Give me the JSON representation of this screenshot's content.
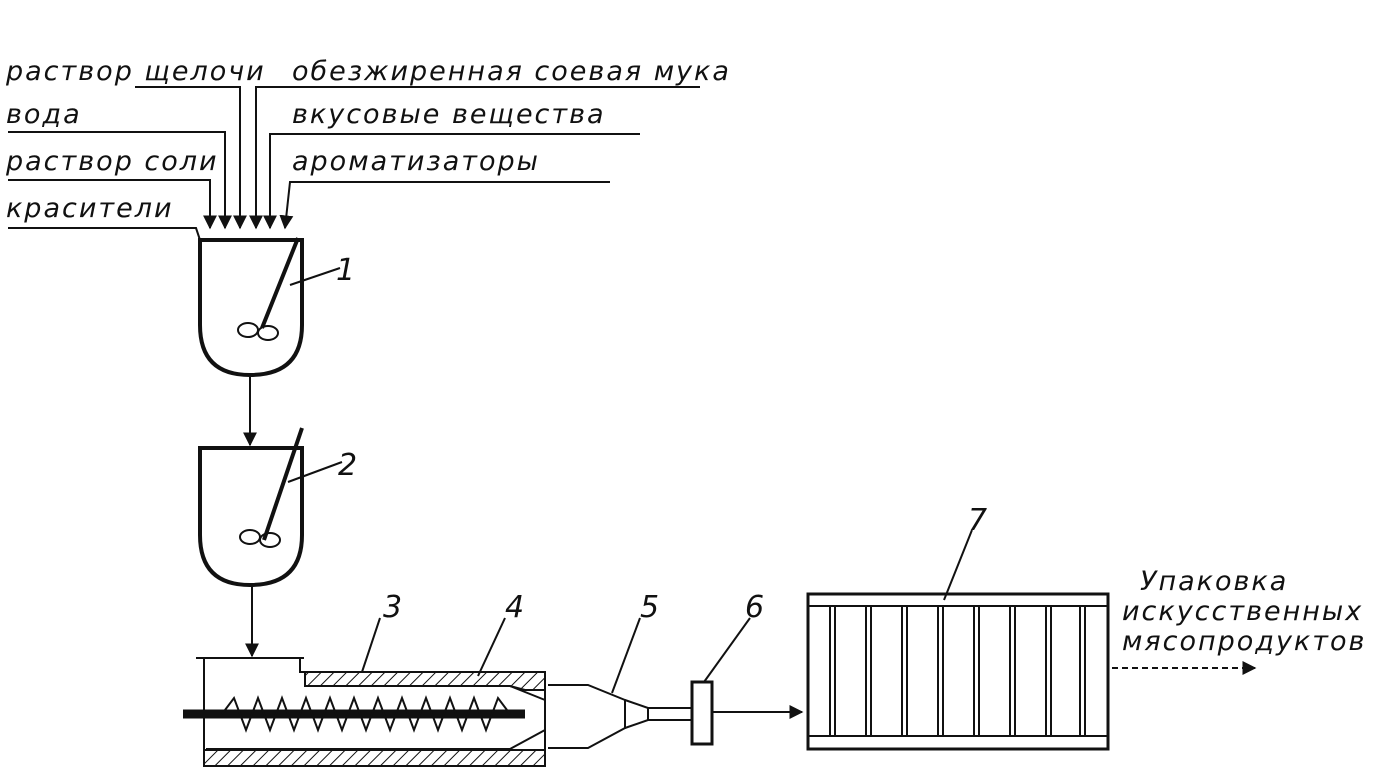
{
  "inputs": {
    "alkali_solution": "раствор щелочи",
    "water": "вода",
    "salt_solution": "раствор соли",
    "dyes": "красители",
    "defatted_soy_flour": "обезжиренная соевая мука",
    "flavor_substances": "вкусовые вещества",
    "aromatizers": "ароматизаторы"
  },
  "equipment_numbers": [
    "1",
    "2",
    "3",
    "4",
    "5",
    "6",
    "7"
  ],
  "output": {
    "line1": "Упаковка",
    "line2": "искусственных",
    "line3": "мясопродуктов"
  }
}
